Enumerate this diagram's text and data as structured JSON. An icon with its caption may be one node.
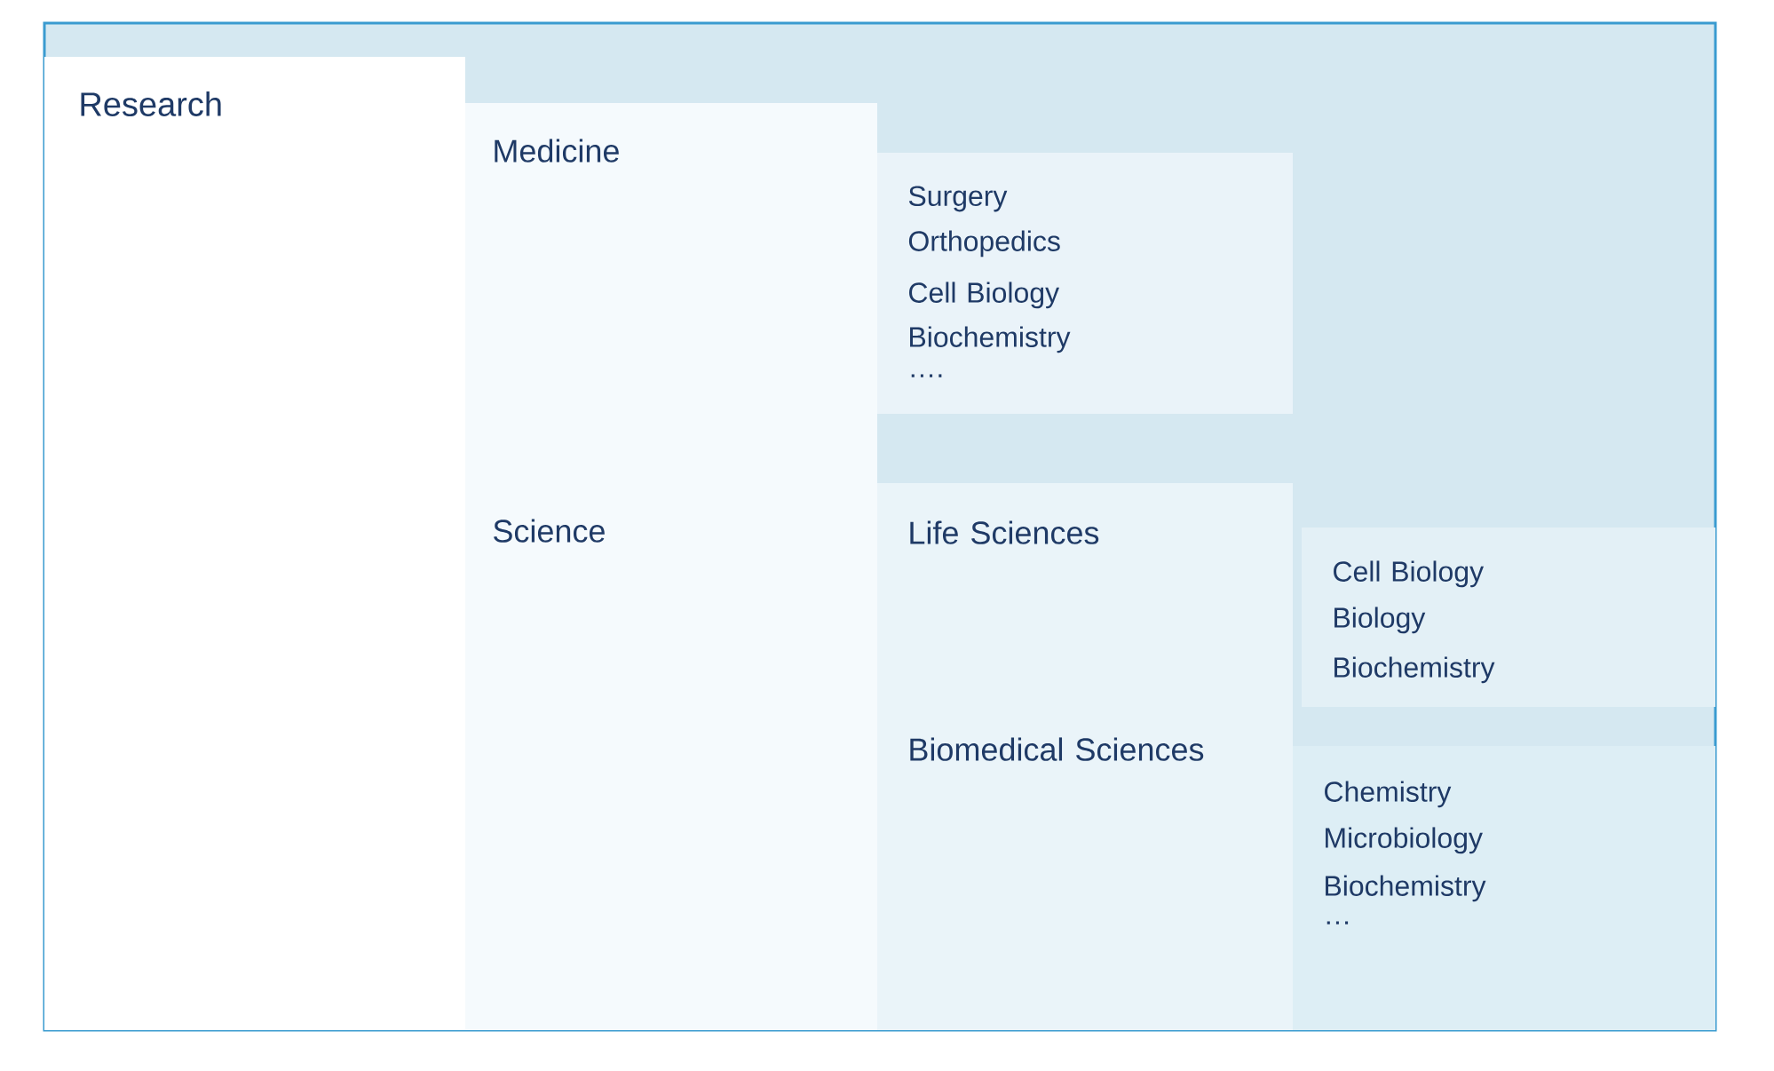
{
  "diagram": {
    "nodes": [
      {
        "text": [
          "Research"
        ]
      },
      {
        "text": [
          "Medicine",
          "Science"
        ]
      },
      {
        "text": [
          "Surgery",
          "Orthopedics",
          "Cell Biology",
          "Biochemistry",
          "…."
        ]
      },
      {
        "text": [
          "Life Sciences",
          "Biomedical Sciences"
        ]
      },
      {
        "text": [
          "Cell Biology",
          "Biology",
          "Biochemistry"
        ]
      },
      {
        "text": [
          "Chemistry",
          "Microbiology",
          "Biochemistry",
          "…"
        ]
      }
    ]
  }
}
